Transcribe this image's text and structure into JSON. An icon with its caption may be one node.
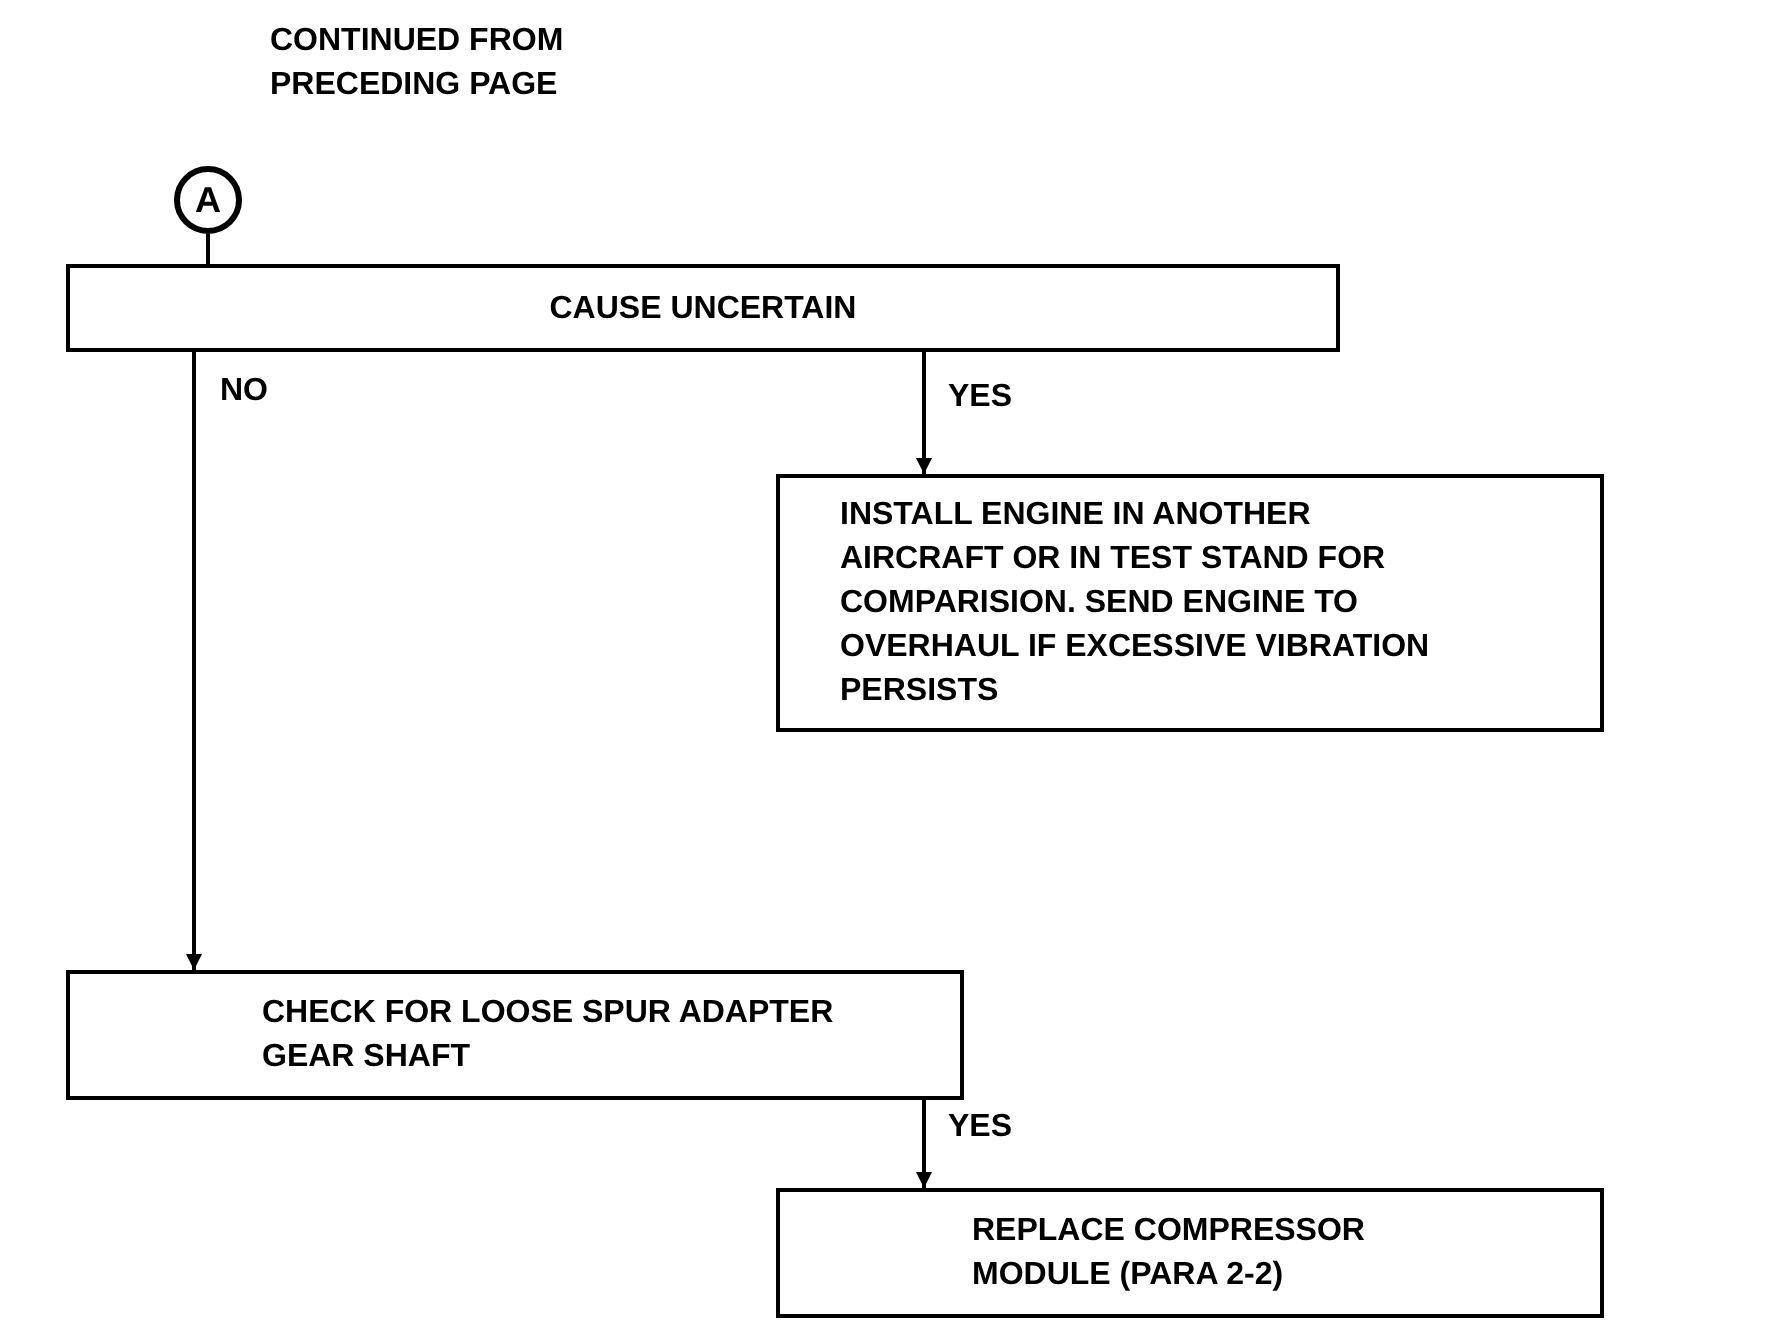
{
  "diagram": {
    "nodes": [
      {
        "text": [
          "A"
        ],
        "beside": [
          "CONTINUED FROM PRECEDING PAGE"
        ]
      },
      {
        "text": [
          "CAUSE UNCERTAIN"
        ]
      },
      {
        "text": [
          "INSTALL ENGINE IN ANOTHER AIRCRAFT OR IN TEST STAND FOR COMPARISION. SEND ENGINE TO OVERHAUL IF EXCESSIVE VIBRATION PERSISTS"
        ]
      },
      {
        "text": [
          "CHECK FOR LOOSE SPUR ADAPTER GEAR SHAFT"
        ]
      },
      {
        "text": [
          "REPLACE COMPRESSOR MODULE (PARA 2-2)"
        ]
      }
    ],
    "edges": [
      {
        "from": 0,
        "to": 1,
        "arrow": "none"
      },
      {
        "from": 1,
        "to": 2,
        "arrow": "to",
        "label": "YES"
      },
      {
        "from": 1,
        "to": 3,
        "arrow": "to",
        "label": "NO"
      },
      {
        "from": 3,
        "to": 4,
        "arrow": "to",
        "label": "YES"
      }
    ]
  }
}
